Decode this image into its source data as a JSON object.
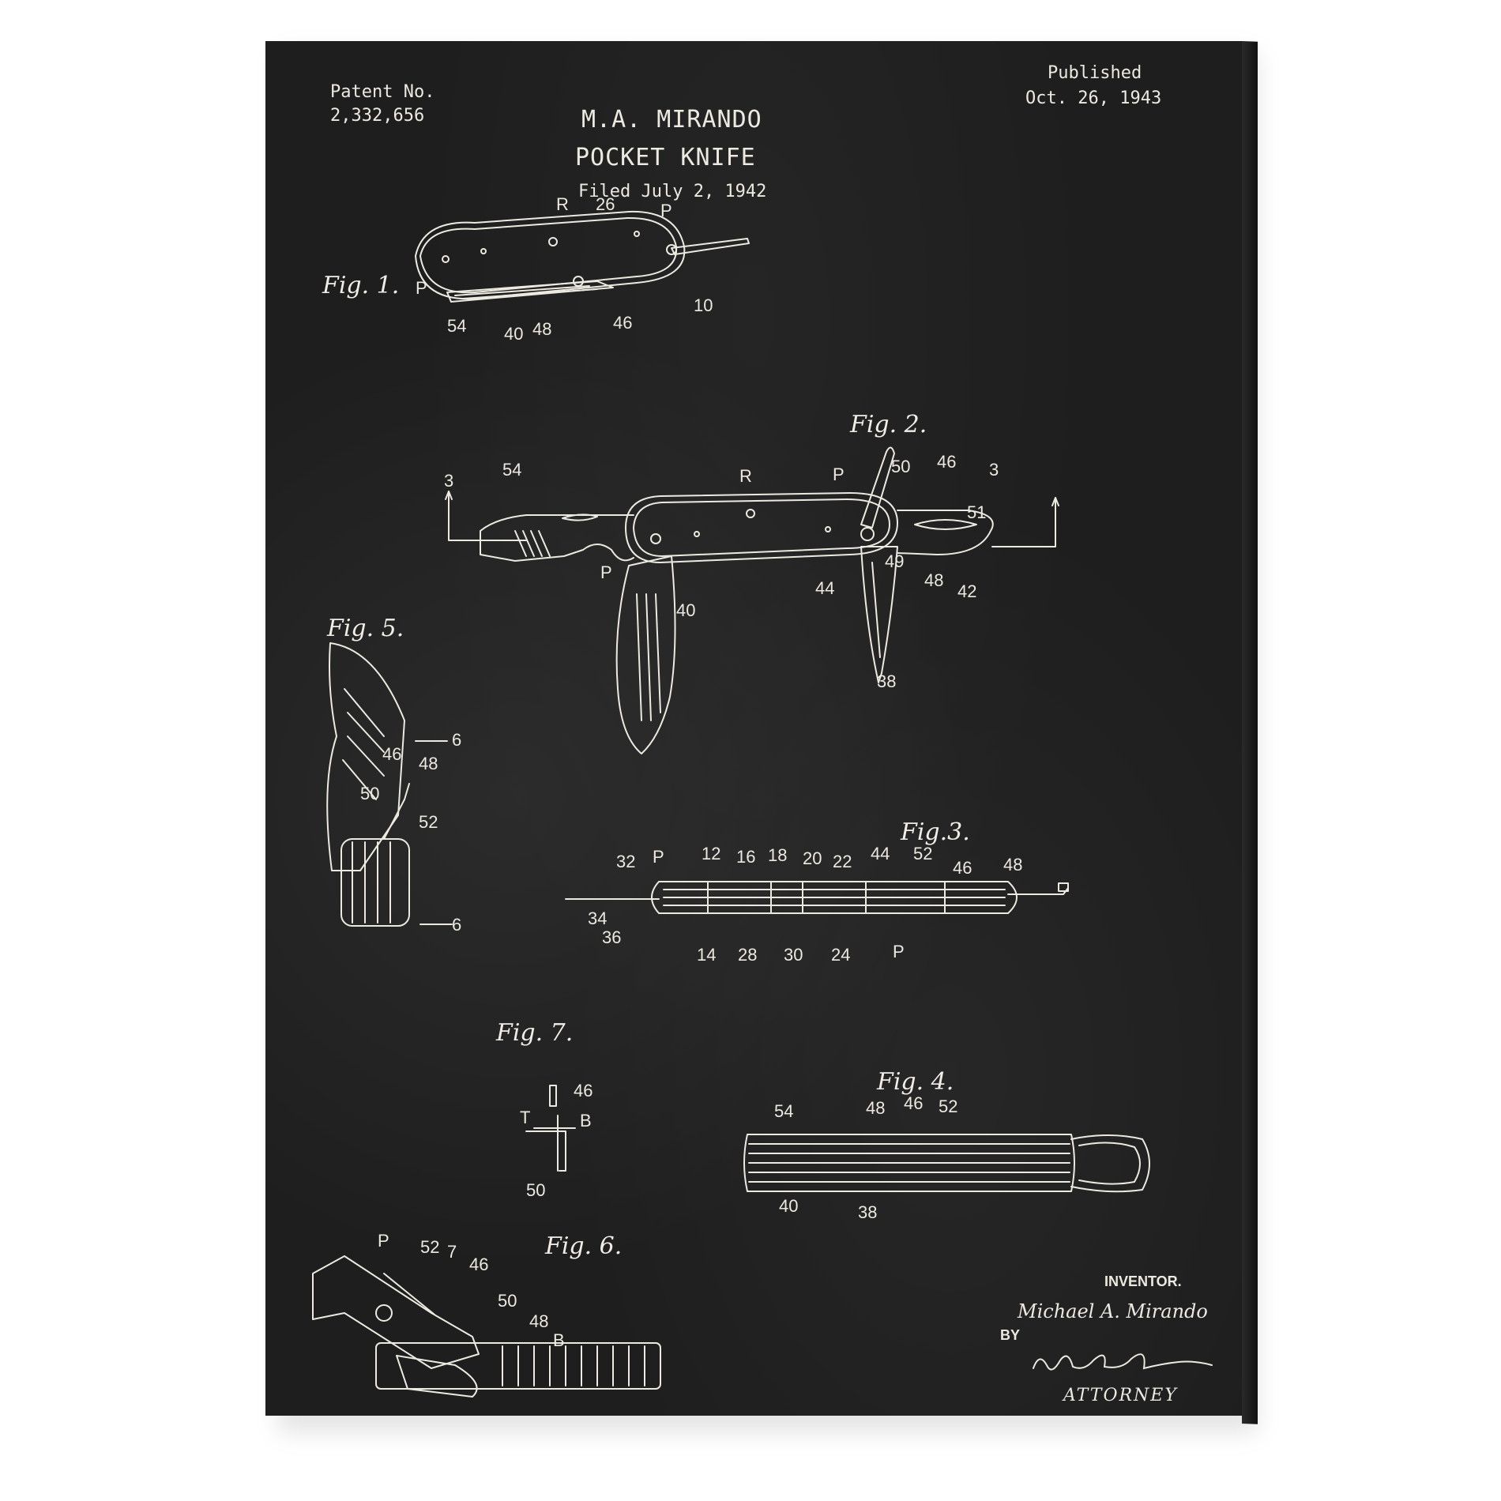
{
  "header": {
    "patent_label": "Patent No.",
    "patent_number": "2,332,656",
    "inventor_name": "M.A. MIRANDO",
    "title": "POCKET KNIFE",
    "filed": "Filed July 2, 1942",
    "published_label": "Published",
    "published_date": "Oct. 26, 1943"
  },
  "figures": {
    "fig1": "Fig. 1.",
    "fig2": "Fig. 2.",
    "fig3": "Fig.3.",
    "fig4": "Fig. 4.",
    "fig5": "Fig. 5.",
    "fig6": "Fig. 6.",
    "fig7": "Fig. 7."
  },
  "callouts": {
    "fig1": [
      "R",
      "26",
      "P",
      "P",
      "10",
      "54",
      "40",
      "48",
      "46"
    ],
    "fig2": [
      "3",
      "54",
      "R",
      "P",
      "50",
      "46",
      "3",
      "51",
      "P",
      "44",
      "49",
      "48",
      "42",
      "40",
      "38"
    ],
    "fig3": [
      "32",
      "P",
      "12",
      "16",
      "18",
      "20",
      "22",
      "44",
      "52",
      "46",
      "48",
      "34",
      "36",
      "14",
      "28",
      "30",
      "24",
      "P"
    ],
    "fig4": [
      "54",
      "48",
      "46",
      "52",
      "40",
      "38"
    ],
    "fig5": [
      "6",
      "46",
      "48",
      "50",
      "52",
      "6"
    ],
    "fig6": [
      "P",
      "52",
      "7",
      "46",
      "50",
      "48",
      "B"
    ],
    "fig7": [
      "46",
      "T",
      "B",
      "50"
    ]
  },
  "signature": {
    "inventor_label": "INVENTOR.",
    "inventor_full": "Michael A. Mirando",
    "by": "BY",
    "attorney_label": "ATTORNEY"
  },
  "colors": {
    "chalkboard": "#1e1e1e",
    "chalk": "#ece9e1",
    "background": "#ffffff"
  }
}
